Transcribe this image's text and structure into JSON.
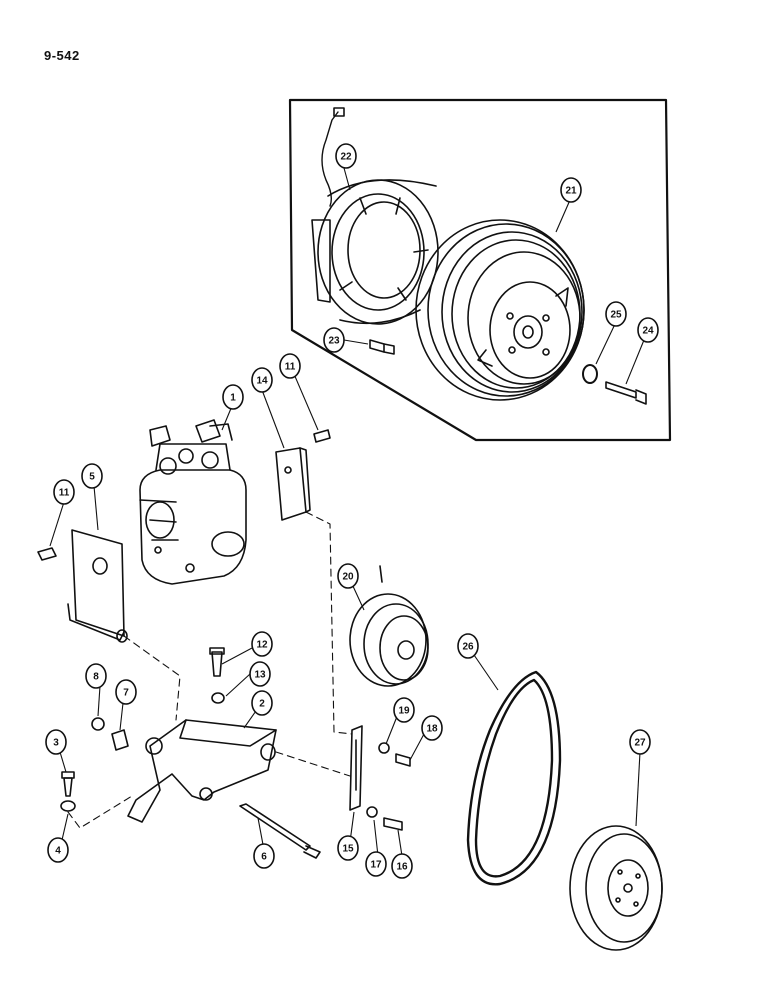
{
  "page": {
    "number": "9-542"
  },
  "callouts": [
    {
      "id": "1",
      "label": "1"
    },
    {
      "id": "2",
      "label": "2"
    },
    {
      "id": "3",
      "label": "3"
    },
    {
      "id": "4",
      "label": "4"
    },
    {
      "id": "5",
      "label": "5"
    },
    {
      "id": "6",
      "label": "6"
    },
    {
      "id": "7",
      "label": "7"
    },
    {
      "id": "8",
      "label": "8"
    },
    {
      "id": "11a",
      "label": "11"
    },
    {
      "id": "11b",
      "label": "11"
    },
    {
      "id": "12",
      "label": "12"
    },
    {
      "id": "13",
      "label": "13"
    },
    {
      "id": "14",
      "label": "14"
    },
    {
      "id": "15",
      "label": "15"
    },
    {
      "id": "16",
      "label": "16"
    },
    {
      "id": "17",
      "label": "17"
    },
    {
      "id": "18",
      "label": "18"
    },
    {
      "id": "19",
      "label": "19"
    },
    {
      "id": "20",
      "label": "20"
    },
    {
      "id": "21",
      "label": "21"
    },
    {
      "id": "22",
      "label": "22"
    },
    {
      "id": "23",
      "label": "23"
    },
    {
      "id": "24",
      "label": "24"
    },
    {
      "id": "25",
      "label": "25"
    },
    {
      "id": "26",
      "label": "26"
    },
    {
      "id": "27",
      "label": "27"
    }
  ]
}
